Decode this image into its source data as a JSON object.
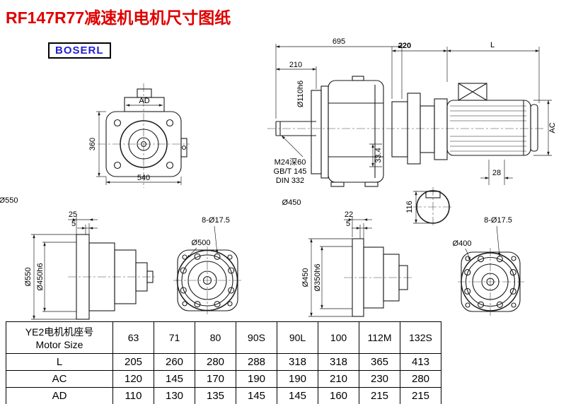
{
  "page": {
    "title": "RF147R77减速机电机尺寸图纸",
    "brand": "BOSERL"
  },
  "dims": {
    "main_length": "695",
    "shaft_length": "210",
    "shaft_dia": "Ø110h6",
    "tap": "M24深60",
    "tap_std1": "GB/T 145",
    "tap_std2": "DIN 332",
    "key_flat": "33.4",
    "flange_450": "Ø450",
    "motor_flange": "220",
    "motor_length": "L",
    "motor_dia": "AC",
    "key_width": "28",
    "key_height": "116",
    "left_ad": "AD",
    "left_360": "360",
    "left_540": "540",
    "left_550": "Ø550",
    "v4_25": "25",
    "v4_5": "5",
    "v4_550": "Ø550",
    "v4_450h6": "Ø450h6",
    "v5_bolts": "8-Ø17.5",
    "v5_500": "Ø500",
    "v6_22": "22",
    "v6_5": "5",
    "v6_450": "Ø450",
    "v6_350h6": "Ø350h6",
    "v7_bolts": "8-Ø17.5",
    "v7_400": "Ø400"
  },
  "table": {
    "header_cn": "YE2电机机座号",
    "header_en": "Motor Size",
    "sizes": [
      "63",
      "71",
      "80",
      "90S",
      "90L",
      "100",
      "112M",
      "132S"
    ],
    "rows": [
      {
        "label": "L",
        "values": [
          "205",
          "260",
          "280",
          "288",
          "318",
          "318",
          "365",
          "413"
        ]
      },
      {
        "label": "AC",
        "values": [
          "120",
          "145",
          "170",
          "190",
          "190",
          "210",
          "230",
          "280"
        ]
      },
      {
        "label": "AD",
        "values": [
          "110",
          "130",
          "135",
          "145",
          "145",
          "160",
          "215",
          "215"
        ]
      }
    ]
  }
}
